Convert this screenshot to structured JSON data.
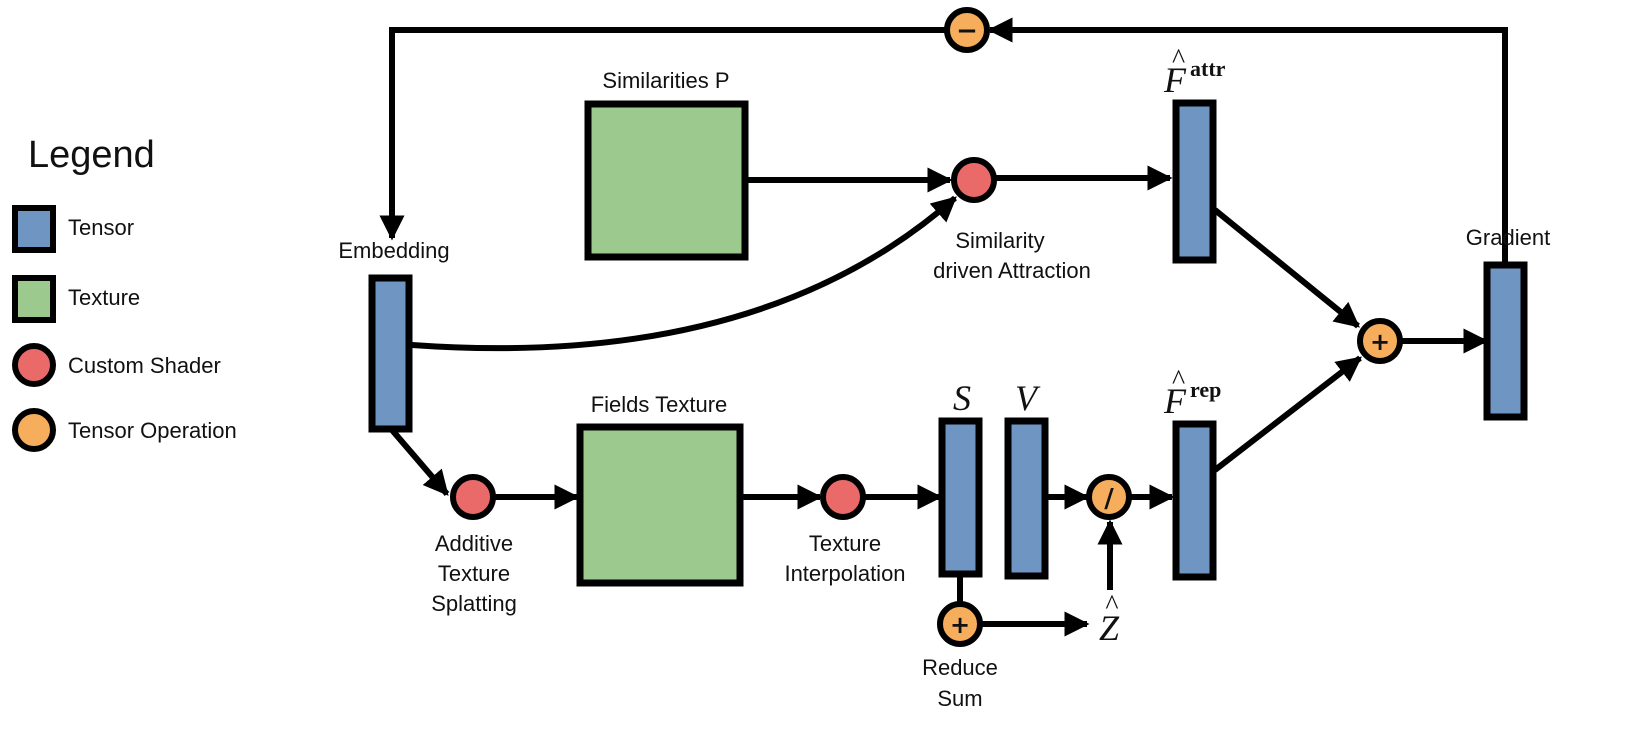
{
  "legend": {
    "title": "Legend",
    "items": [
      {
        "shape": "tensor",
        "label": "Tensor"
      },
      {
        "shape": "texture",
        "label": "Texture"
      },
      {
        "shape": "custom-shader",
        "label": "Custom Shader"
      },
      {
        "shape": "tensor-operation",
        "label": "Tensor Operation"
      }
    ]
  },
  "colors": {
    "tensor": "#6f95c2",
    "texture": "#9bc98e",
    "custom_shader": "#ea6a6a",
    "tensor_operation": "#f6ad5c",
    "stroke": "#000000"
  },
  "nodes": {
    "embedding": "Embedding",
    "similarities_p": "Similarities P",
    "similarity_line1": "Similarity",
    "similarity_line2": "driven Attraction",
    "fields_texture": "Fields Texture",
    "splat_line1": "Additive",
    "splat_line2": "Texture",
    "splat_line3": "Splatting",
    "interp_line1": "Texture",
    "interp_line2": "Interpolation",
    "reduce_line1": "Reduce",
    "reduce_line2": "Sum",
    "gradient": "Gradient"
  },
  "math": {
    "f_attr_base": "F",
    "f_attr_sup": "attr",
    "f_rep_base": "F",
    "f_rep_sup": "rep",
    "s": "S",
    "v": "V",
    "z": "Z",
    "hat": "^"
  },
  "operators": {
    "minus": "−",
    "plus_top": "+",
    "divide": "/",
    "plus_reduce": "+"
  }
}
